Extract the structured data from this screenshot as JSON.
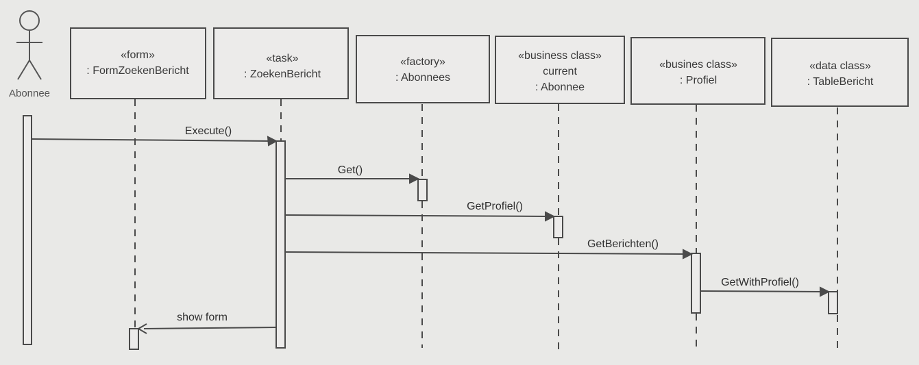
{
  "actor": {
    "name": "Abonnee"
  },
  "objects": [
    {
      "id": "form",
      "lines": [
        "«form»",
        ": FormZoekenBericht"
      ]
    },
    {
      "id": "task",
      "lines": [
        "«task»",
        ": ZoekenBericht"
      ]
    },
    {
      "id": "factory",
      "lines": [
        "«factory»",
        ": Abonnees"
      ]
    },
    {
      "id": "current",
      "lines": [
        "«business class»",
        "current",
        ": Abonnee"
      ]
    },
    {
      "id": "profiel",
      "lines": [
        "«busines class»",
        ": Profiel"
      ]
    },
    {
      "id": "tablebericht",
      "lines": [
        "«data class»",
        ": TableBericht"
      ]
    }
  ],
  "messages": [
    {
      "id": "execute",
      "label": "Execute()",
      "from": "actor",
      "to": "task"
    },
    {
      "id": "get",
      "label": "Get()",
      "from": "task",
      "to": "factory"
    },
    {
      "id": "getprofiel",
      "label": "GetProfiel()",
      "from": "task",
      "to": "current"
    },
    {
      "id": "getberichten",
      "label": "GetBerichten()",
      "from": "task",
      "to": "profiel"
    },
    {
      "id": "getwithprofiel",
      "label": "GetWithProfiel()",
      "from": "profiel",
      "to": "tablebericht"
    },
    {
      "id": "showform",
      "label": "show form",
      "from": "task",
      "to": "form"
    }
  ],
  "colors": {
    "line": "#4a4a4a",
    "box_fill": "#ecebea",
    "background": "#e9e9e7"
  }
}
